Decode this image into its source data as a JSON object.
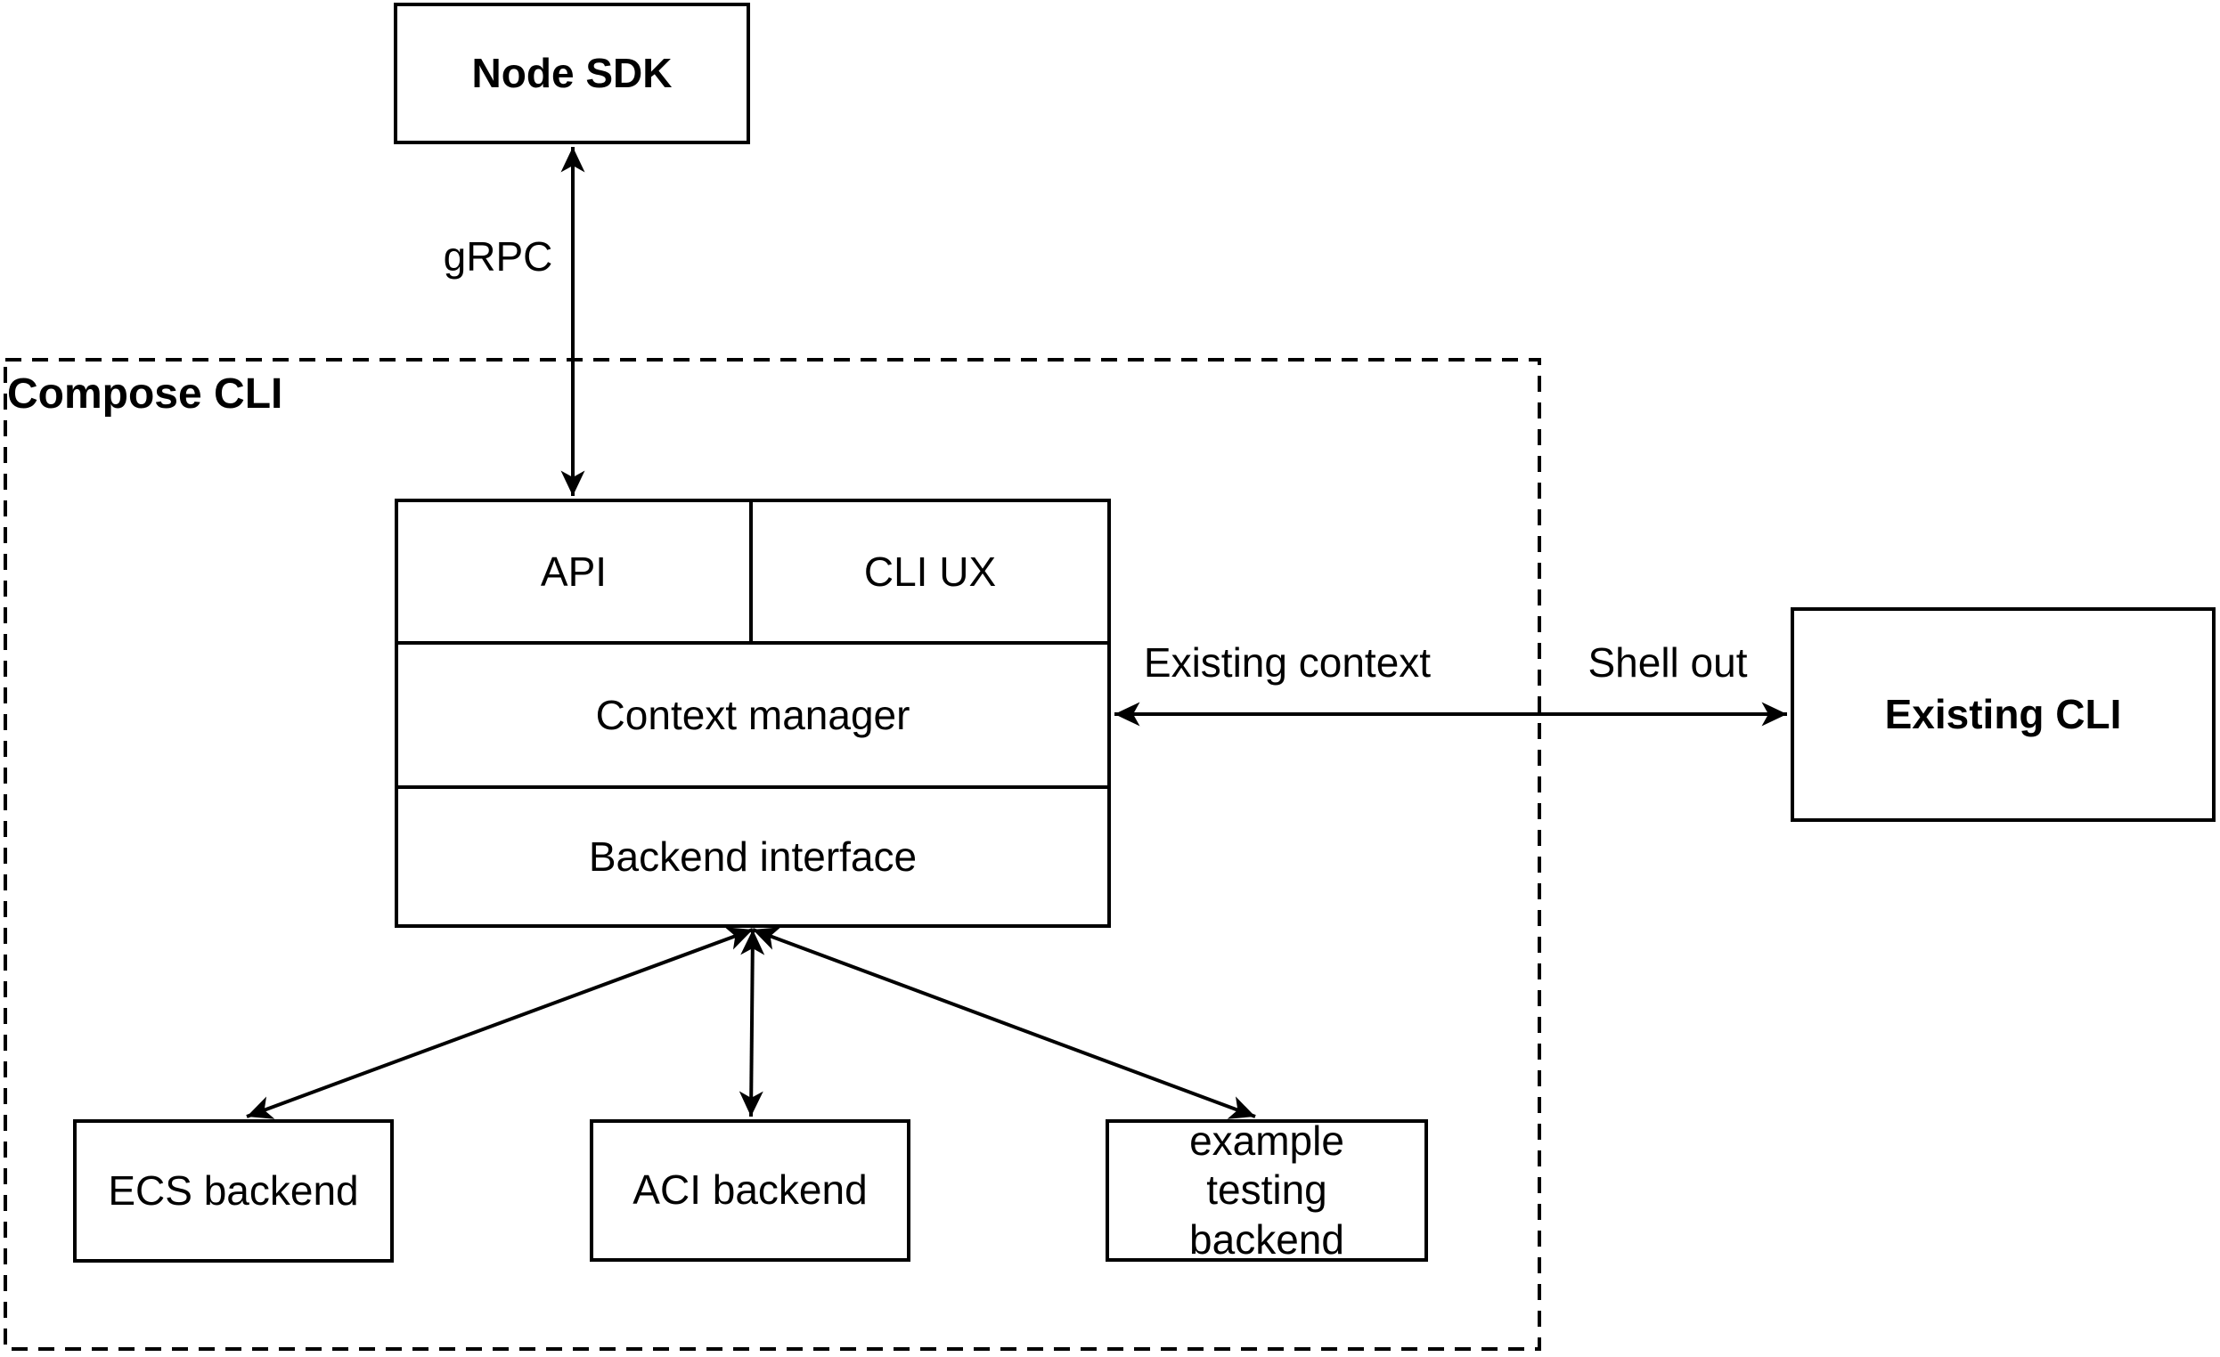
{
  "diagram": {
    "nodes": {
      "node_sdk": "Node SDK",
      "compose_cli": "Compose CLI",
      "api": "API",
      "cli_ux": "CLI UX",
      "context_manager": "Context manager",
      "backend_interface": "Backend interface",
      "ecs_backend": "ECS backend",
      "aci_backend": "ACI backend",
      "example_testing_backend": "example testing backend",
      "existing_cli": "Existing CLI"
    },
    "edge_labels": {
      "grpc": "gRPC",
      "existing_context": "Existing context",
      "shell_out": "Shell out"
    },
    "colors": {
      "stroke": "#000000",
      "background": "#ffffff",
      "text": "#000000"
    }
  }
}
